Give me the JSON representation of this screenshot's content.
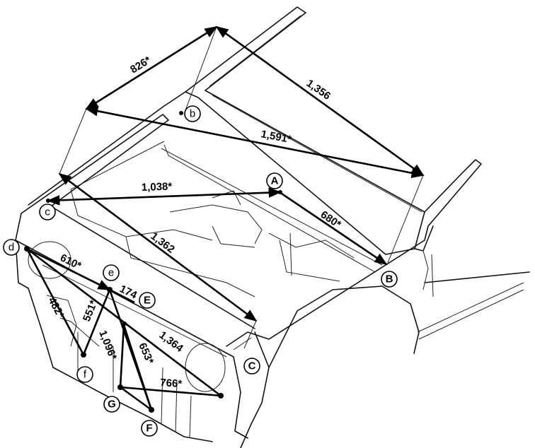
{
  "points": {
    "A": "A",
    "B": "B",
    "C": "C",
    "E": "E",
    "F": "F",
    "G": "G",
    "b": "b",
    "c": "c",
    "d": "d",
    "e": "e",
    "f": "f"
  },
  "dimensions": {
    "d826": "826*",
    "d1356": "1,356",
    "d1591": "1,591*",
    "d1038": "1,038*",
    "d680": "680*",
    "d1362": "1,362",
    "d610": "610*",
    "d174": "174",
    "d551": "551*",
    "d482": "482*",
    "d1096": "1,096*",
    "d653": "653*",
    "d1364": "1,364",
    "d766": "766*"
  }
}
